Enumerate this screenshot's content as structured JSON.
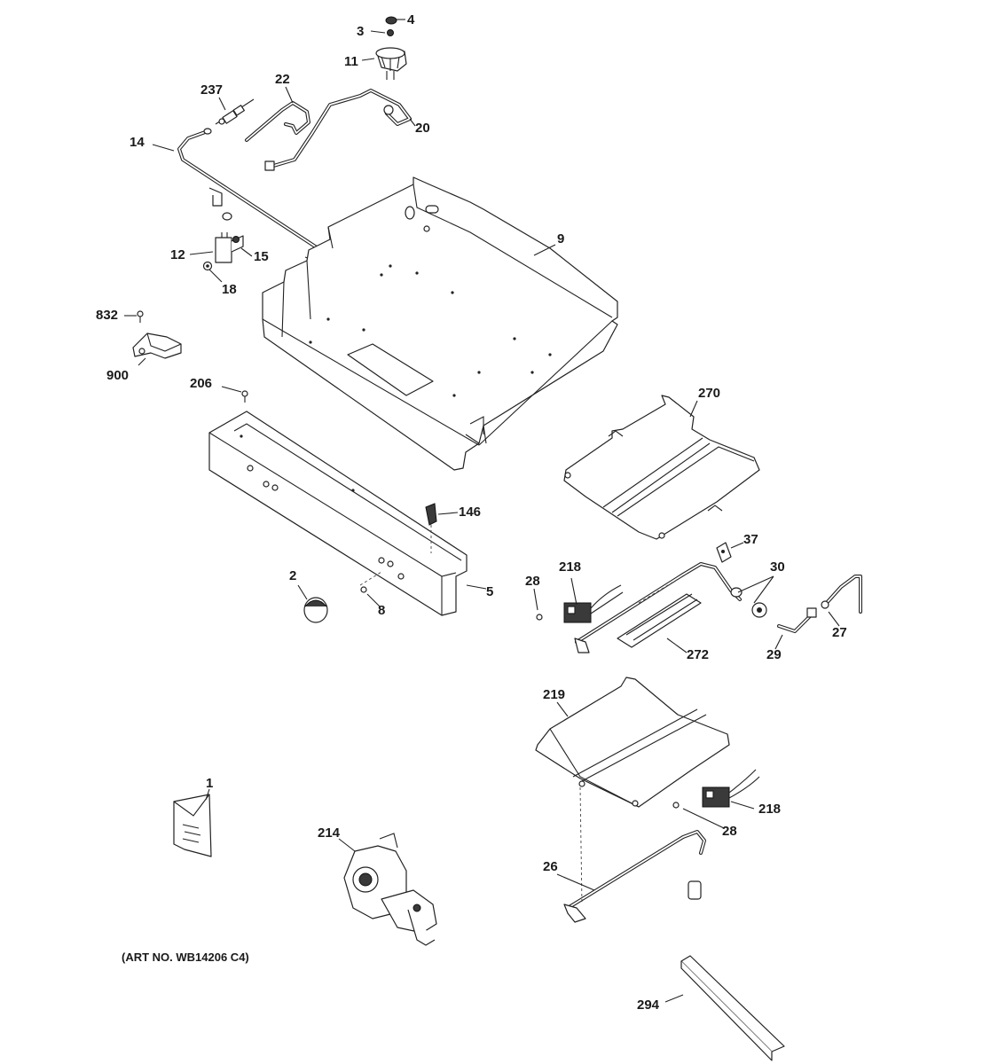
{
  "diagram": {
    "art_number": "(ART NO. WB14206 C4)",
    "callouts": [
      {
        "id": "c3",
        "label": "3"
      },
      {
        "id": "c4",
        "label": "4"
      },
      {
        "id": "c11",
        "label": "11"
      },
      {
        "id": "c237",
        "label": "237"
      },
      {
        "id": "c22",
        "label": "22"
      },
      {
        "id": "c20",
        "label": "20"
      },
      {
        "id": "c14",
        "label": "14"
      },
      {
        "id": "c9",
        "label": "9"
      },
      {
        "id": "c12",
        "label": "12"
      },
      {
        "id": "c15",
        "label": "15"
      },
      {
        "id": "c18",
        "label": "18"
      },
      {
        "id": "c832",
        "label": "832"
      },
      {
        "id": "c900",
        "label": "900"
      },
      {
        "id": "c206",
        "label": "206"
      },
      {
        "id": "c270",
        "label": "270"
      },
      {
        "id": "c146",
        "label": "146"
      },
      {
        "id": "c37",
        "label": "37"
      },
      {
        "id": "c218a",
        "label": "218"
      },
      {
        "id": "c30",
        "label": "30"
      },
      {
        "id": "c2",
        "label": "2"
      },
      {
        "id": "c28a",
        "label": "28"
      },
      {
        "id": "c5",
        "label": "5"
      },
      {
        "id": "c8",
        "label": "8"
      },
      {
        "id": "c27",
        "label": "27"
      },
      {
        "id": "c272",
        "label": "272"
      },
      {
        "id": "c29",
        "label": "29"
      },
      {
        "id": "c219",
        "label": "219"
      },
      {
        "id": "c1",
        "label": "1"
      },
      {
        "id": "c218b",
        "label": "218"
      },
      {
        "id": "c214",
        "label": "214"
      },
      {
        "id": "c28b",
        "label": "28"
      },
      {
        "id": "c26",
        "label": "26"
      },
      {
        "id": "c294",
        "label": "294"
      }
    ]
  }
}
